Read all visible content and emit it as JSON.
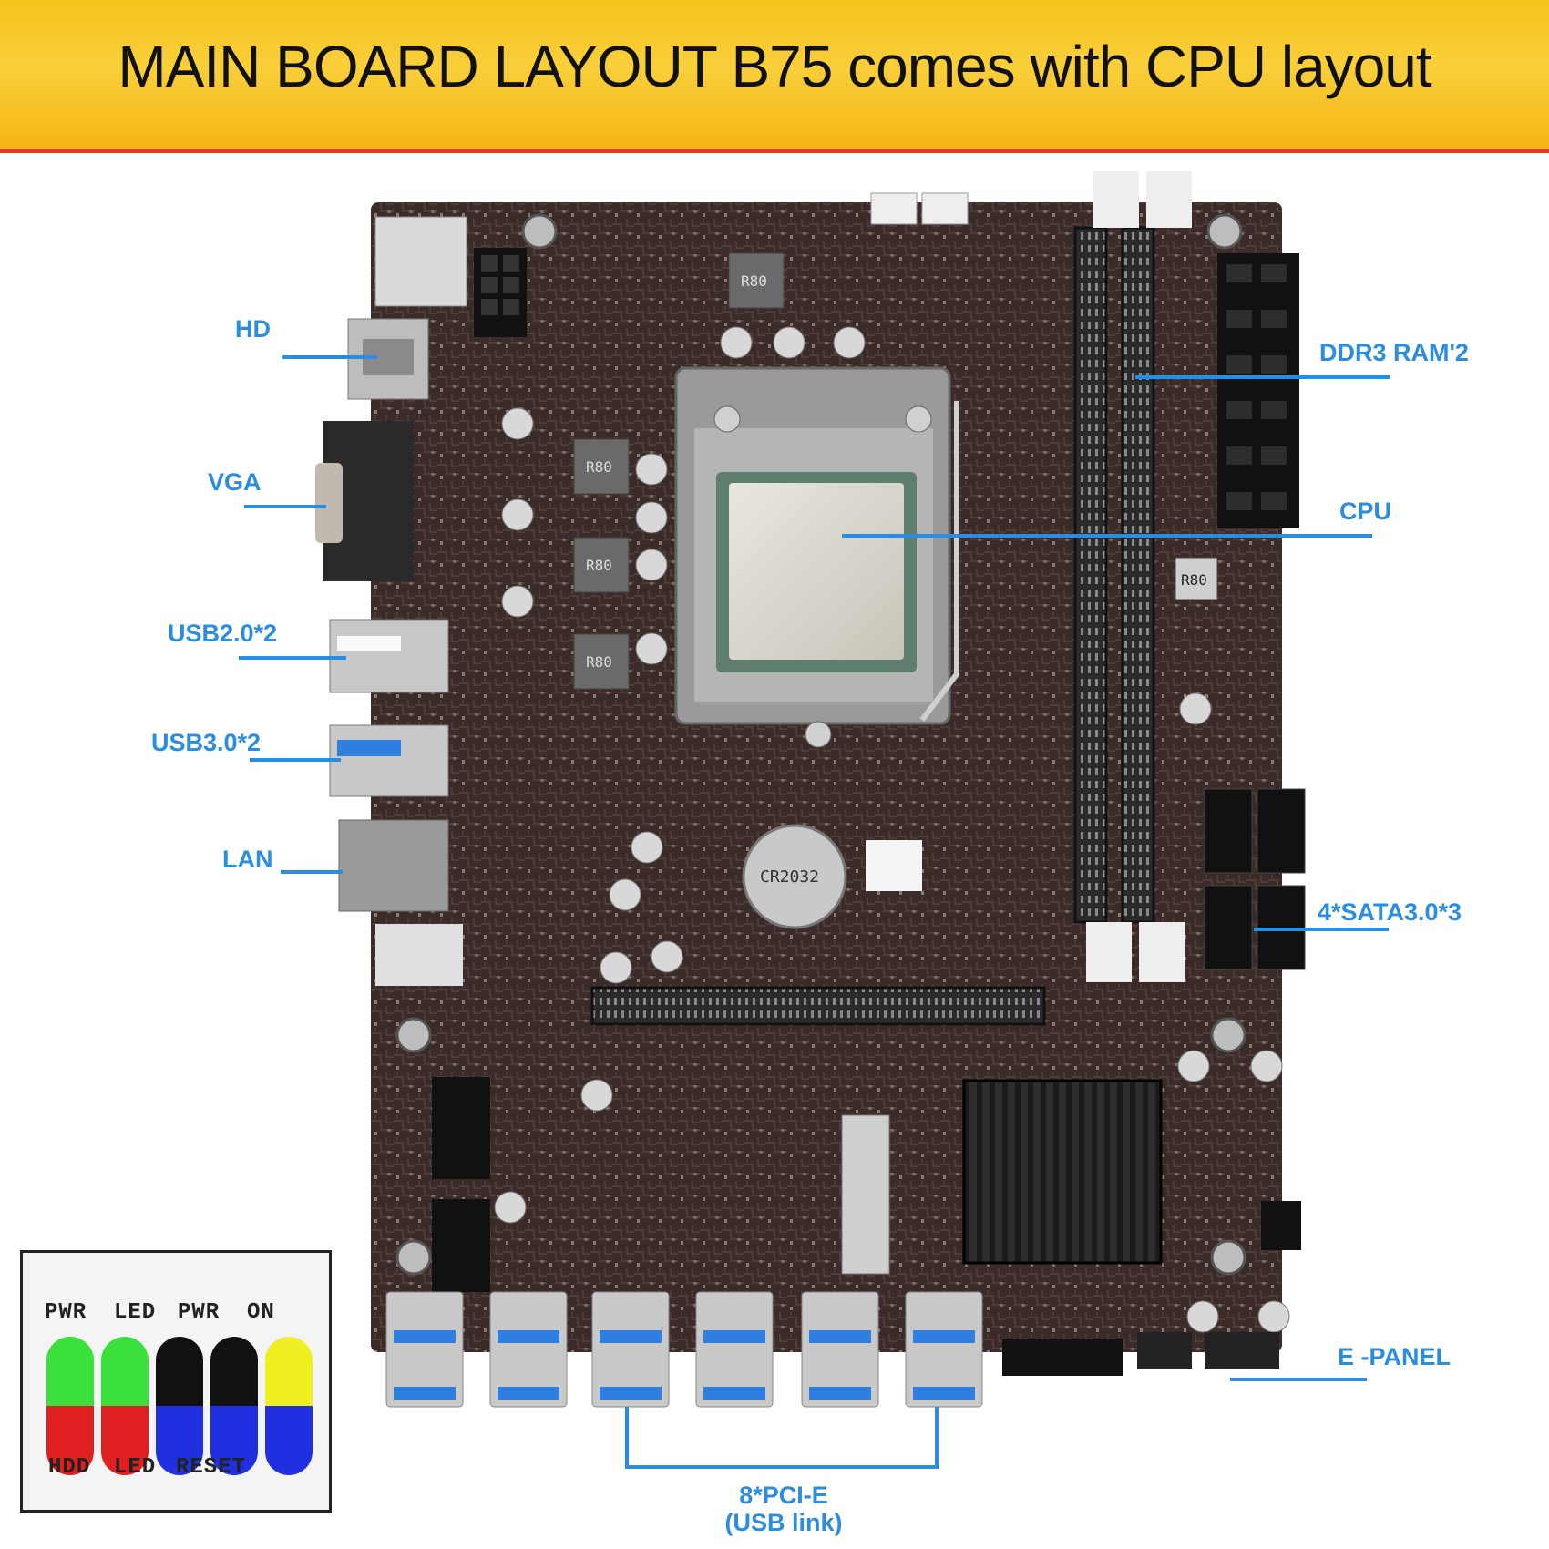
{
  "banner": {
    "title": "MAIN BOARD LAYOUT B75 comes with CPU layout"
  },
  "labels": {
    "hd": "HD",
    "vga": "VGA",
    "usb20": "USB2.0*2",
    "usb30": "USB3.0*2",
    "lan": "LAN",
    "ddr3": "DDR3 RAM'2",
    "cpu": "CPU",
    "sata": "4*SATA3.0*3",
    "epanel": "E -PANEL",
    "pcie": "8*PCI-E",
    "pcie_sub": "(USB link)"
  },
  "legend": {
    "top": [
      "PWR",
      "LED",
      "PWR",
      "ON"
    ],
    "bottom": [
      "HDD",
      "LED",
      "RESET"
    ],
    "pins": [
      {
        "top": "#3ce03c",
        "bottom": "#e02020"
      },
      {
        "top": "#3ce03c",
        "bottom": "#e02020"
      },
      {
        "top": "#111111",
        "bottom": "#2030e0"
      },
      {
        "top": "#111111",
        "bottom": "#2030e0"
      },
      {
        "top": "#f0f020",
        "bottom": "#2030e0"
      }
    ]
  },
  "board": {
    "markings": {
      "chip1": "R80",
      "chip2": "R80",
      "chip3": "R80",
      "chip4": "R80",
      "chip5": "R80",
      "battery": "CR2032"
    },
    "colors": {
      "pcb": "#3b2c2a",
      "usb_blue": "#2f7fe0",
      "silver": "#c9c9c9",
      "leader": "#2a8de0"
    }
  }
}
